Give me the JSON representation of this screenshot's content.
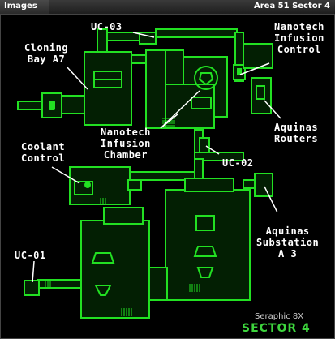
{
  "header": {
    "tab_label": "Images",
    "sector_title": "Area 51 Sector 4"
  },
  "colors": {
    "wall": "#22e022",
    "fill": "#031f03",
    "bg": "#000000",
    "label": "#ffffff"
  },
  "labels": {
    "uc03": "UC-03",
    "cloning_1": "Cloning",
    "cloning_2": "Bay A7",
    "nif_1": "Nanotech",
    "nif_2": "Infusion",
    "nif_3": "Control",
    "nic_1": "Nanotech",
    "nic_2": "Infusion",
    "nic_3": "Chamber",
    "routers_1": "Aquinas",
    "routers_2": "Routers",
    "coolant_1": "Coolant",
    "coolant_2": "Control",
    "uc02": "UC-02",
    "sub_1": "Aquinas",
    "sub_2": "Substation",
    "sub_3": "A 3",
    "uc01": "UC-01"
  },
  "watermark": {
    "top": "Seraphic 8X",
    "bottom": "SECTOR 4"
  }
}
